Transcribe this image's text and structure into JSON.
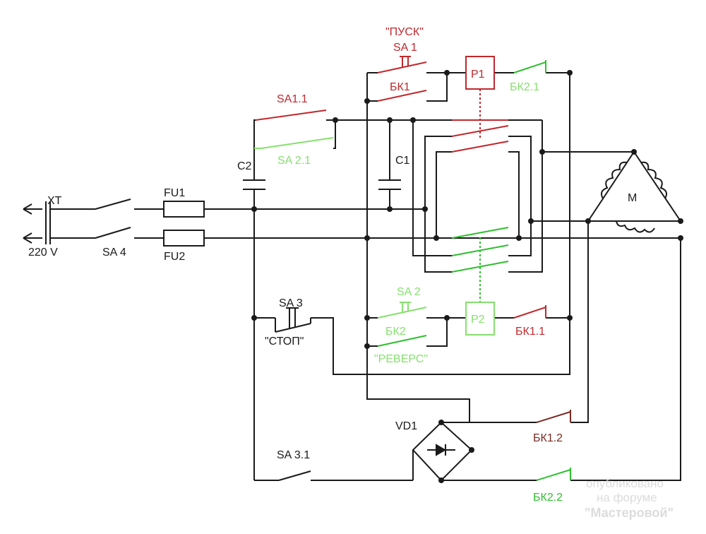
{
  "colors": {
    "wire": "#1a1a1a",
    "red": "#c0282d",
    "green": "#2fbf2f",
    "light_green": "#86e06e",
    "brown": "#7a2a22",
    "watermark": "#dcdcdc"
  },
  "labels": {
    "pusk": "\"ПУСК\"",
    "sa1": "SA 1",
    "bk1": "БК1",
    "p1": "P1",
    "bk2_1": "БК2.1",
    "sa1_1": "SA1.1",
    "sa2_1": "SA 2.1",
    "c2": "C2",
    "c1": "C1",
    "xt": "XT",
    "fu1": "FU1",
    "fu2": "FU2",
    "v220": "220 V",
    "sa4": "SA 4",
    "motor": "M",
    "sa3": "SA 3",
    "stop": "\"СТОП\"",
    "sa2": "SA 2",
    "bk2": "БК2",
    "p2": "P2",
    "bk1_1": "БК1.1",
    "reverse": "\"РЕВЕРС\"",
    "vd1": "VD1",
    "bk1_2": "БК1.2",
    "sa3_1": "SA 3.1",
    "bk2_2": "БК2.2"
  },
  "watermark": {
    "line1": "опубликовано",
    "line2": "на форуме",
    "line3": "\"Мастеровой\""
  }
}
